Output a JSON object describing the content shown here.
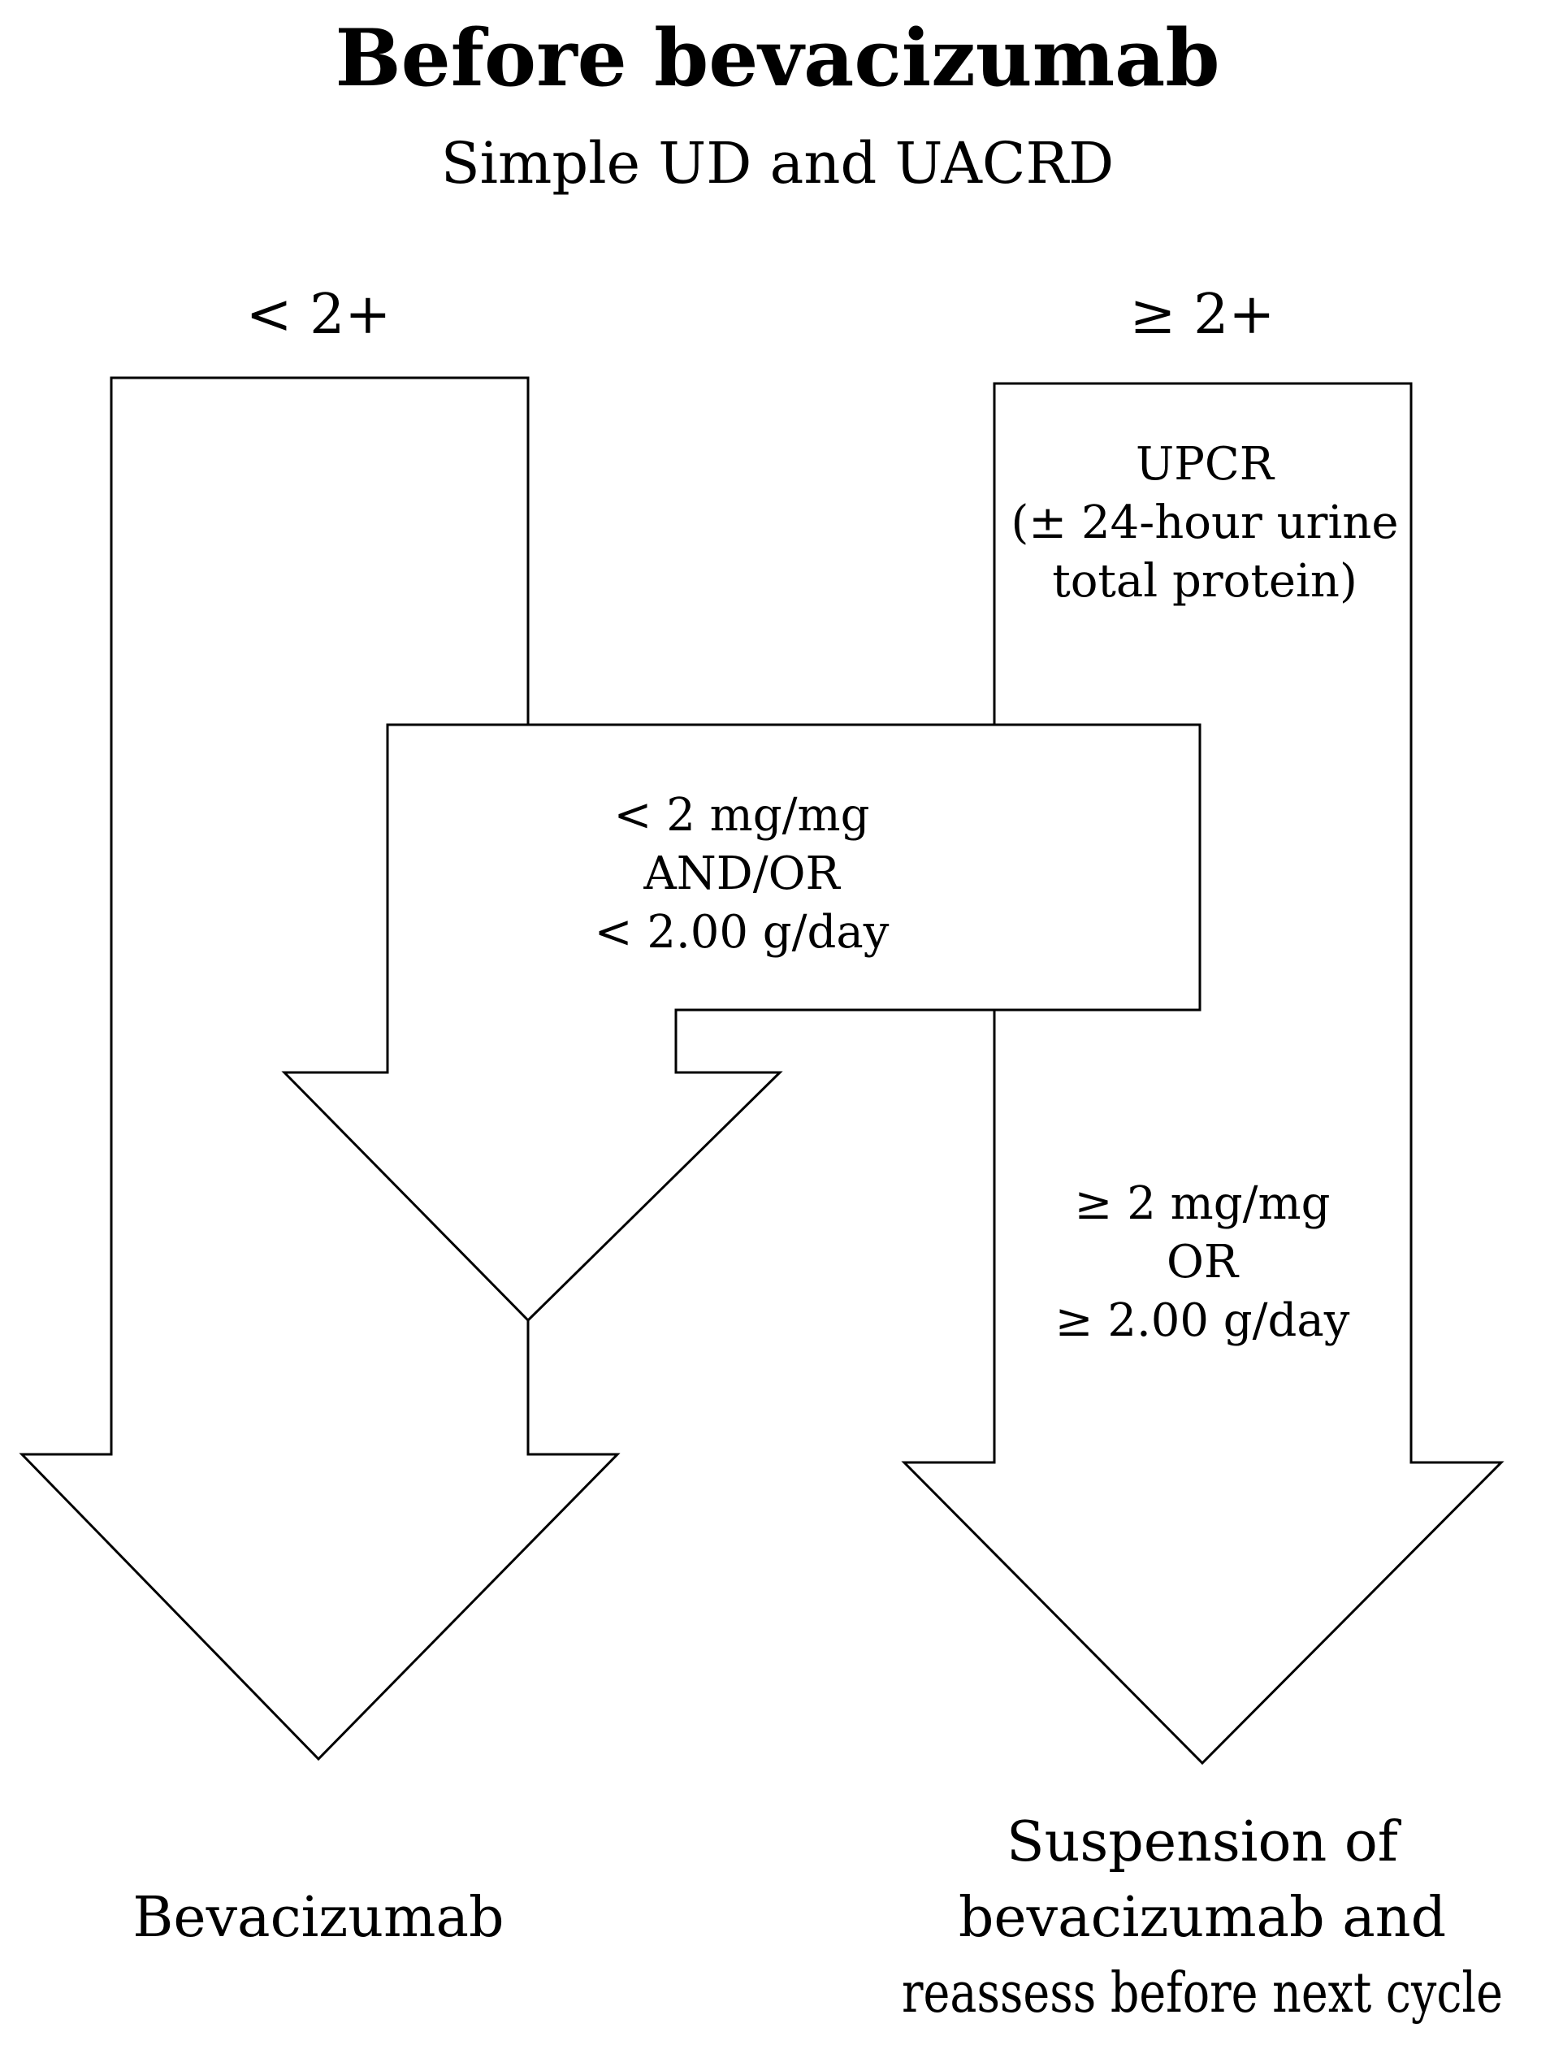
{
  "title": "Before bevacizumab",
  "subtitle": "Simple UD and UACRD",
  "branches": {
    "low": "< 2+",
    "high": "≥ 2+"
  },
  "upcr_box": [
    "UPCR",
    "(± 24-hour urine",
    "total protein)"
  ],
  "low_criteria": [
    "< 2 mg/mg",
    "AND/OR",
    "< 2.00 g/day"
  ],
  "high_criteria": [
    "≥ 2 mg/mg",
    "OR",
    "≥ 2.00 g/day"
  ],
  "outcomes": {
    "continue": "Bevacizumab",
    "suspend": [
      "Suspension of",
      "bevacizumab and",
      "reassess before next cycle"
    ]
  }
}
